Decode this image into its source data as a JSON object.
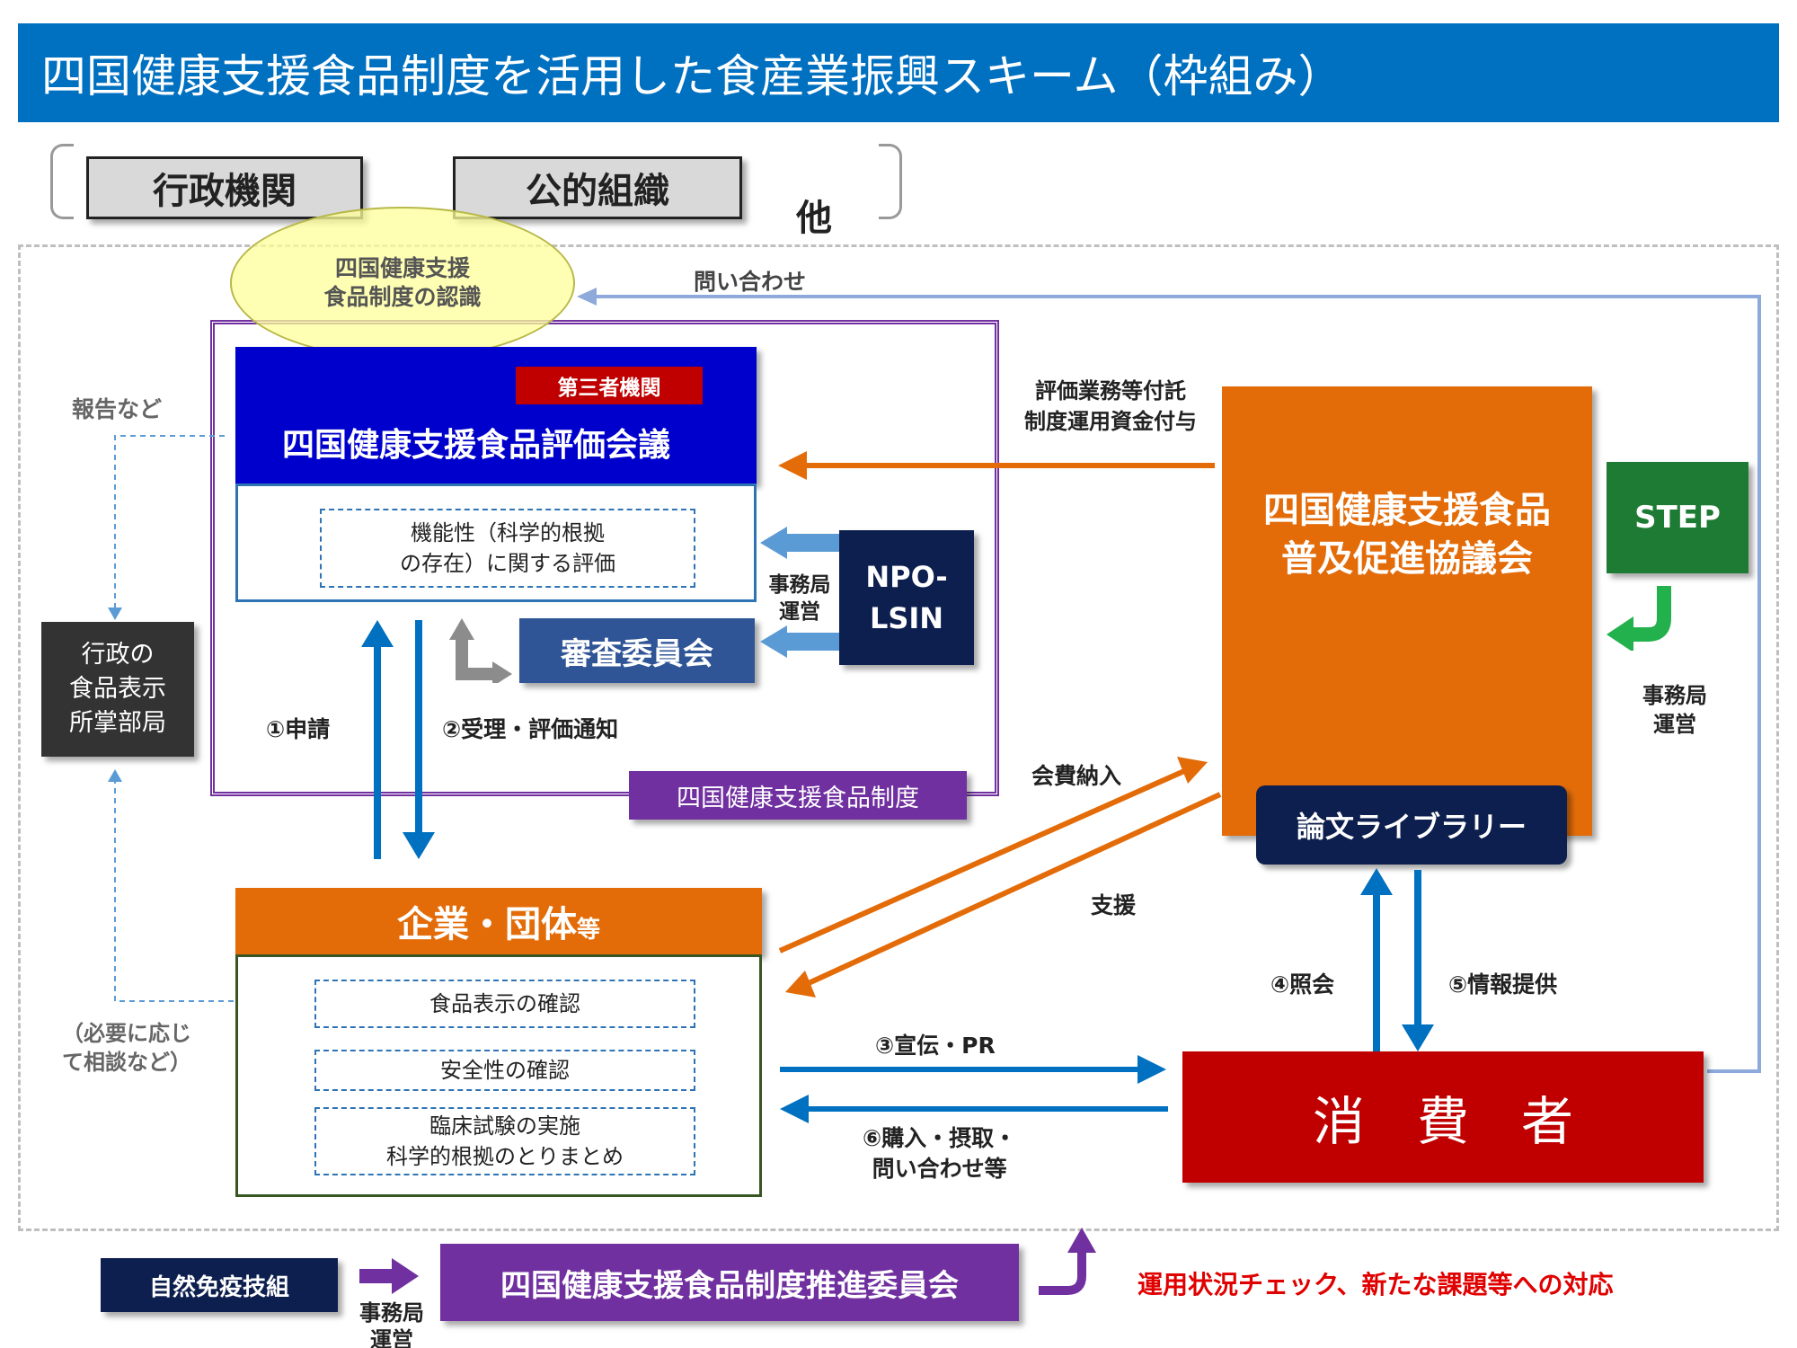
{
  "title": "四国健康支援食品制度を活用した食産業振興スキーム（枠組み）",
  "top_groups": {
    "gyosei": "行政機関",
    "koteki": "公的組織",
    "hoka": "他"
  },
  "recognition": {
    "line1": "四国健康支援",
    "line2": "食品制度の認識"
  },
  "toiawase": "問い合わせ",
  "hokoku": "報告など",
  "hyoka_kaigi": {
    "badge": "第三者機関",
    "title": "四国健康支援食品評価会議",
    "content_line1": "機能性（科学的根拠",
    "content_line2": "の存在）に関する評価"
  },
  "shinsa": "審査委員会",
  "npo": {
    "line1": "NPO-",
    "line2": "LSIN"
  },
  "jimukyoku_unei": {
    "line1": "事務局",
    "line2": "運営"
  },
  "seido_label": "四国健康支援食品制度",
  "gyosei_bukyoku": {
    "line1": "行政の",
    "line2": "食品表示",
    "line3": "所掌部局"
  },
  "soudan": {
    "line1": "（必要に応じ",
    "line2": "て相談など）"
  },
  "shinsei": "①申請",
  "juri": "②受理・評価通知",
  "kigyo": {
    "title": "企業・団体",
    "suffix": "等",
    "item1": "食品表示の確認",
    "item2": "安全性の確認",
    "item3_line1": "臨床試験の実施",
    "item3_line2": "科学的根拠のとりまとめ"
  },
  "itaku": {
    "line1": "評価業務等付託",
    "line2": "制度運用資金付与"
  },
  "kyogikai": {
    "line1": "四国健康支援食品",
    "line2": "普及促進協議会"
  },
  "step": "STEP",
  "library": "論文ライブラリー",
  "kaihi": "会費納入",
  "shien": "支援",
  "shokai": "④照会",
  "joho": "⑤情報提供",
  "senden": "③宣伝・PR",
  "konyu": {
    "line1": "⑥購入・摂取・",
    "line2": "問い合わせ等"
  },
  "shohisha": "消　費　者",
  "shizen": "自然免疫技組",
  "suishin": "四国健康支援食品制度推進委員会",
  "check": "運用状況チェック、新たな課題等への対応",
  "colors": {
    "title_blue": "#0070c0",
    "eval_blue": "#0000cc",
    "orange": "#e36c09",
    "navy": "#0d1f4e",
    "purple": "#7030a0",
    "red": "#c00000",
    "green": "#1e7b34",
    "steel_blue": "#2f5597",
    "dark_gray": "#333333"
  }
}
